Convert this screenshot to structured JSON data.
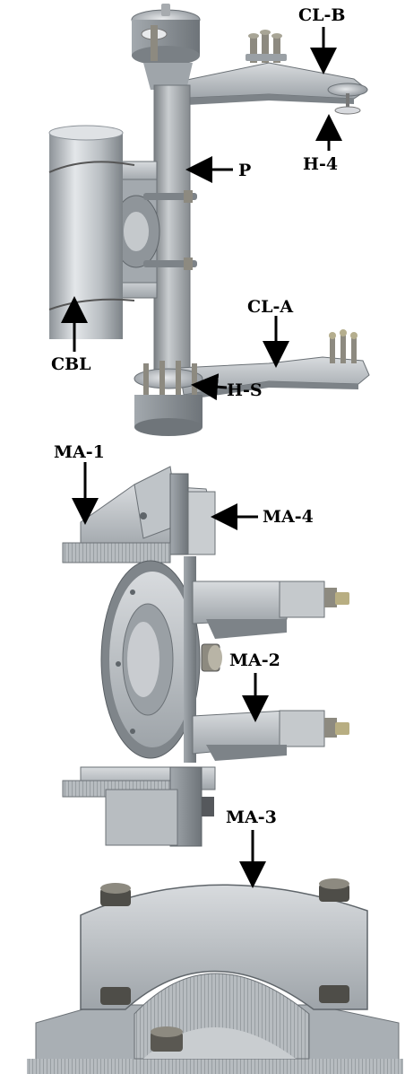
{
  "labels": {
    "cl_b": "CL-B",
    "h_4": "H-4",
    "p": "P",
    "cl_a": "CL-A",
    "cbl": "CBL",
    "h_s": "H-S",
    "ma_1": "MA-1",
    "ma_4": "MA-4",
    "ma_2": "MA-2",
    "ma_3": "MA-3"
  },
  "colors": {
    "metal_light": "#cfd3d6",
    "metal_mid": "#a9afb4",
    "metal_dark": "#6f757a",
    "bolt": "#8d8a80",
    "background": "#ffffff"
  }
}
